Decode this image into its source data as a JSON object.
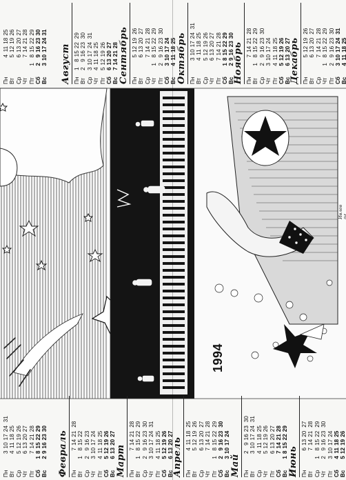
{
  "year": "1994",
  "signature": "Ивлев 94",
  "weekday_labels": [
    "Пн",
    "Вт",
    "Ср",
    "Чт",
    "Пт",
    "Сб",
    "Вс"
  ],
  "months": {
    "jan_partial": {
      "name": "",
      "columns": [
        [
          "",
          "",
          "",
          "",
          "",
          "1",
          "2"
        ],
        [
          "3",
          "4",
          "5",
          "6",
          "7",
          "8",
          "9"
        ],
        [
          "10",
          "11",
          "12",
          "13",
          "14",
          "15",
          "16"
        ],
        [
          "17",
          "18",
          "19",
          "20",
          "21",
          "22",
          "23"
        ],
        [
          "24",
          "25",
          "26",
          "27",
          "28",
          "29",
          "30"
        ],
        [
          "31",
          "",
          "",
          "",
          "",
          "",
          ""
        ]
      ]
    },
    "feb": {
      "name": "Февраль",
      "columns": [
        [
          "",
          "1",
          "2",
          "3",
          "4",
          "5",
          "6"
        ],
        [
          "7",
          "8",
          "9",
          "10",
          "11",
          "12",
          "13"
        ],
        [
          "14",
          "15",
          "16",
          "17",
          "18",
          "19",
          "20"
        ],
        [
          "21",
          "22",
          "23",
          "24",
          "25",
          "26",
          "27"
        ],
        [
          "28",
          "",
          "",
          "",
          "",
          "",
          ""
        ]
      ]
    },
    "mar": {
      "name": "Март",
      "columns": [
        [
          "",
          "1",
          "2",
          "3",
          "4",
          "5",
          "6"
        ],
        [
          "7",
          "8",
          "9",
          "10",
          "11",
          "12",
          "13"
        ],
        [
          "14",
          "15",
          "16",
          "17",
          "18",
          "19",
          "20"
        ],
        [
          "21",
          "22",
          "23",
          "24",
          "25",
          "26",
          "27"
        ],
        [
          "28",
          "29",
          "30",
          "31",
          "",
          "",
          ""
        ]
      ]
    },
    "apr": {
      "name": "Апрель",
      "columns": [
        [
          "",
          "",
          "",
          "",
          "1",
          "2",
          "3"
        ],
        [
          "4",
          "5",
          "6",
          "7",
          "8",
          "9",
          "10"
        ],
        [
          "11",
          "12",
          "13",
          "14",
          "15",
          "16",
          "17"
        ],
        [
          "18",
          "19",
          "20",
          "21",
          "22",
          "23",
          "24"
        ],
        [
          "25",
          "26",
          "27",
          "28",
          "29",
          "30",
          ""
        ]
      ]
    },
    "may": {
      "name": "Май",
      "columns": [
        [
          "",
          "",
          "",
          "",
          "",
          "",
          "1"
        ],
        [
          "2",
          "3",
          "4",
          "5",
          "6",
          "7",
          "8"
        ],
        [
          "9",
          "10",
          "11",
          "12",
          "13",
          "14",
          "15"
        ],
        [
          "16",
          "17",
          "18",
          "19",
          "20",
          "21",
          "22"
        ],
        [
          "23",
          "24",
          "25",
          "26",
          "27",
          "28",
          "29"
        ],
        [
          "30",
          "31",
          "",
          "",
          "",
          "",
          ""
        ]
      ]
    },
    "jun": {
      "name": "Июнь",
      "columns": [
        [
          "",
          "",
          "1",
          "2",
          "3",
          "4",
          "5"
        ],
        [
          "6",
          "7",
          "8",
          "9",
          "10",
          "11",
          "12"
        ],
        [
          "13",
          "14",
          "15",
          "16",
          "17",
          "18",
          "19"
        ],
        [
          "20",
          "21",
          "22",
          "23",
          "24",
          "25",
          "26"
        ],
        [
          "27",
          "28",
          "29",
          "30",
          "",
          "",
          ""
        ]
      ]
    },
    "jul_partial": {
      "name": "",
      "columns": [
        [
          "",
          "",
          "",
          "",
          "1",
          "2",
          "3"
        ],
        [
          "4",
          "5",
          "6",
          "7",
          "8",
          "9",
          "10"
        ],
        [
          "11",
          "12",
          "13",
          "14",
          "15",
          "16",
          "17"
        ],
        [
          "18",
          "19",
          "20",
          "21",
          "22",
          "23",
          "24"
        ],
        [
          "25",
          "26",
          "27",
          "28",
          "29",
          "30",
          "31"
        ]
      ]
    },
    "aug": {
      "name": "Август",
      "columns": [
        [
          "1",
          "2",
          "3",
          "4",
          "5",
          "6",
          "7"
        ],
        [
          "8",
          "9",
          "10",
          "11",
          "12",
          "13",
          "14"
        ],
        [
          "15",
          "16",
          "17",
          "18",
          "19",
          "20",
          "21"
        ],
        [
          "22",
          "23",
          "24",
          "25",
          "26",
          "27",
          "28"
        ],
        [
          "29",
          "30",
          "31",
          "",
          "",
          "",
          ""
        ]
      ]
    },
    "sep": {
      "name": "Сентябрь",
      "columns": [
        [
          "",
          "",
          "",
          "1",
          "2",
          "3",
          "4"
        ],
        [
          "5",
          "6",
          "7",
          "8",
          "9",
          "10",
          "11"
        ],
        [
          "12",
          "13",
          "14",
          "15",
          "16",
          "17",
          "18"
        ],
        [
          "19",
          "20",
          "21",
          "22",
          "23",
          "24",
          "25"
        ],
        [
          "26",
          "27",
          "28",
          "29",
          "30",
          "",
          ""
        ]
      ]
    },
    "oct": {
      "name": "Октябрь",
      "columns": [
        [
          "",
          "",
          "",
          "",
          "",
          "1",
          "2"
        ],
        [
          "3",
          "4",
          "5",
          "6",
          "7",
          "8",
          "9"
        ],
        [
          "10",
          "11",
          "12",
          "13",
          "14",
          "15",
          "16"
        ],
        [
          "17",
          "18",
          "19",
          "20",
          "21",
          "22",
          "23"
        ],
        [
          "24",
          "25",
          "26",
          "27",
          "28",
          "29",
          "30"
        ],
        [
          "31",
          "",
          "",
          "",
          "",
          "",
          ""
        ]
      ]
    },
    "nov": {
      "name": "Ноябрь",
      "columns": [
        [
          "",
          "1",
          "2",
          "3",
          "4",
          "5",
          "6"
        ],
        [
          "7",
          "8",
          "9",
          "10",
          "11",
          "12",
          "13"
        ],
        [
          "14",
          "15",
          "16",
          "17",
          "18",
          "19",
          "20"
        ],
        [
          "21",
          "22",
          "23",
          "24",
          "25",
          "26",
          "27"
        ],
        [
          "28",
          "29",
          "30",
          "",
          "",
          "",
          ""
        ]
      ]
    },
    "dec": {
      "name": "Декабрь",
      "columns": [
        [
          "",
          "",
          "",
          "1",
          "2",
          "3",
          "4"
        ],
        [
          "5",
          "6",
          "7",
          "8",
          "9",
          "10",
          "11"
        ],
        [
          "12",
          "13",
          "14",
          "15",
          "16",
          "17",
          "18"
        ],
        [
          "19",
          "20",
          "21",
          "22",
          "23",
          "24",
          "25"
        ],
        [
          "26",
          "27",
          "28",
          "29",
          "30",
          "31",
          ""
        ]
      ]
    }
  }
}
